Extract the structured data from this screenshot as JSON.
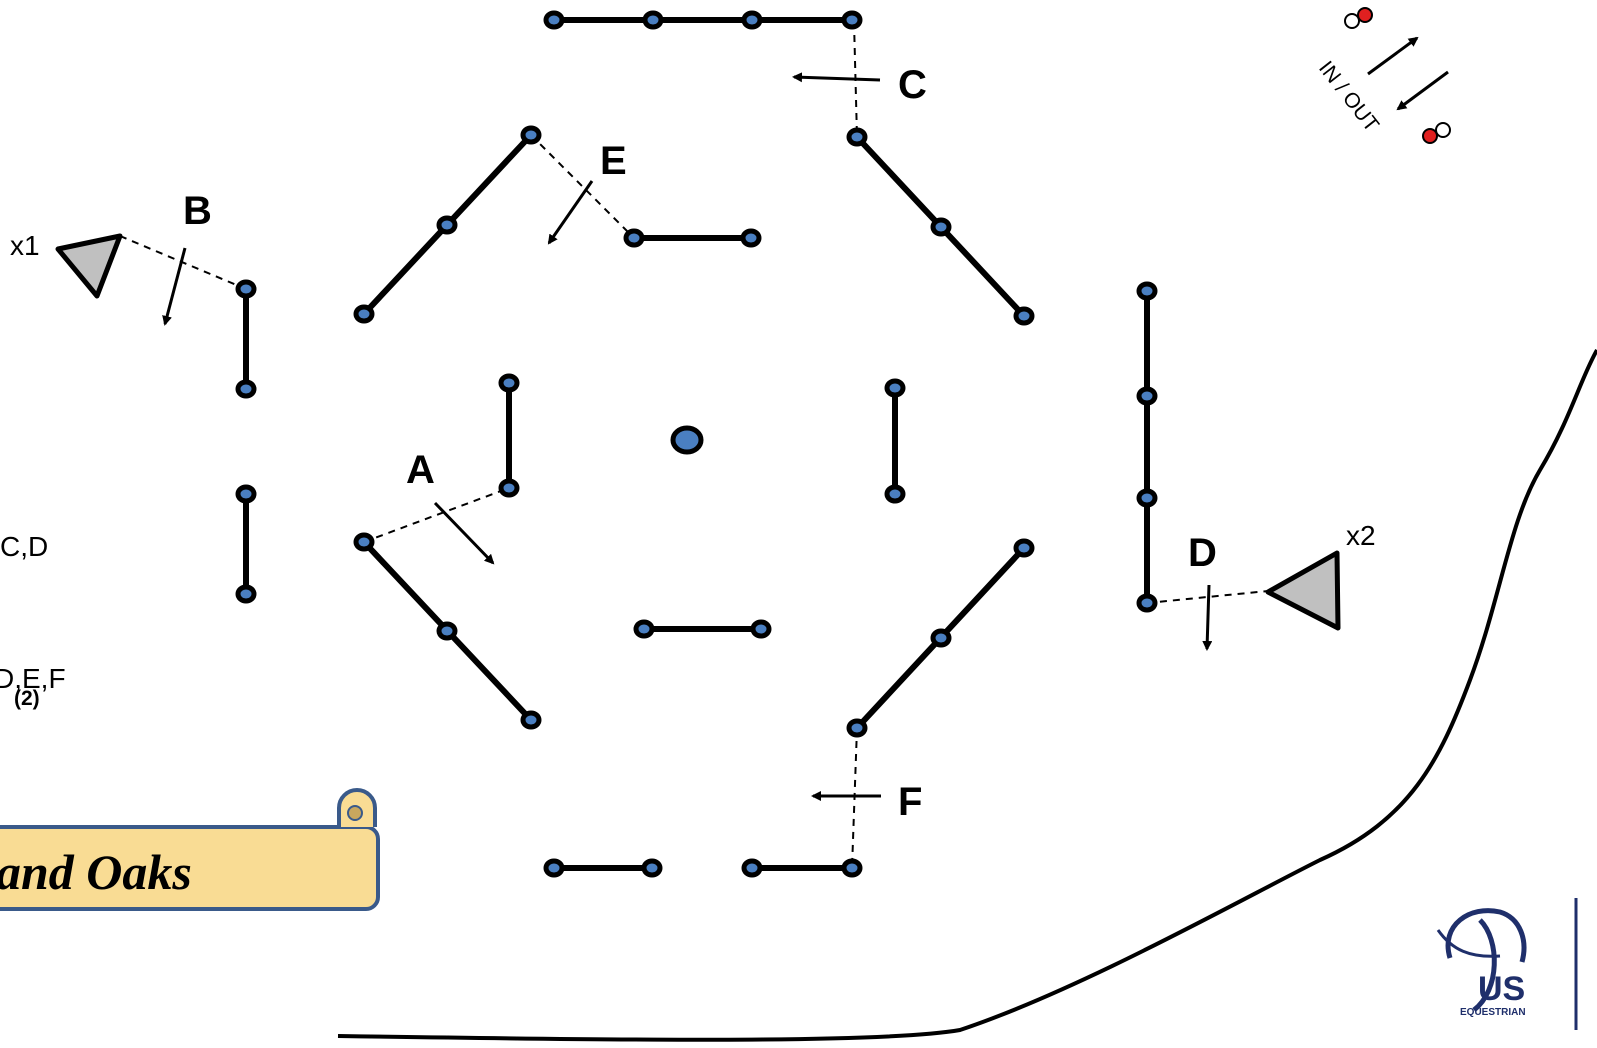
{
  "fence_labels": {
    "A": "A",
    "B": "B",
    "C": "C",
    "D": "D",
    "E": "E",
    "F": "F"
  },
  "marker_labels": {
    "x1": "x1",
    "x2": "x2"
  },
  "in_out_label": "IN / OUT",
  "course_notes": {
    "line_1": "C,D",
    "line_2": "D,E,F",
    "line_2_mark": "(2)"
  },
  "banner": {
    "text": "and Oaks"
  },
  "logo": {
    "us": "US",
    "equestrian": "EQUESTRIAN"
  },
  "colors": {
    "post_fill": "#4a7fc1",
    "line": "#000000",
    "marker_fill": "#c0c0c0",
    "banner_fill": "#f9dc94",
    "banner_border": "#3a5a8a",
    "flag_red": "#e02020",
    "logo_blue": "#1f2f6b"
  },
  "icons": {
    "start_flag": "red-white-flag-icon",
    "finish_flag": "red-white-flag-icon",
    "logo": "us-equestrian-horse-logo-icon"
  }
}
